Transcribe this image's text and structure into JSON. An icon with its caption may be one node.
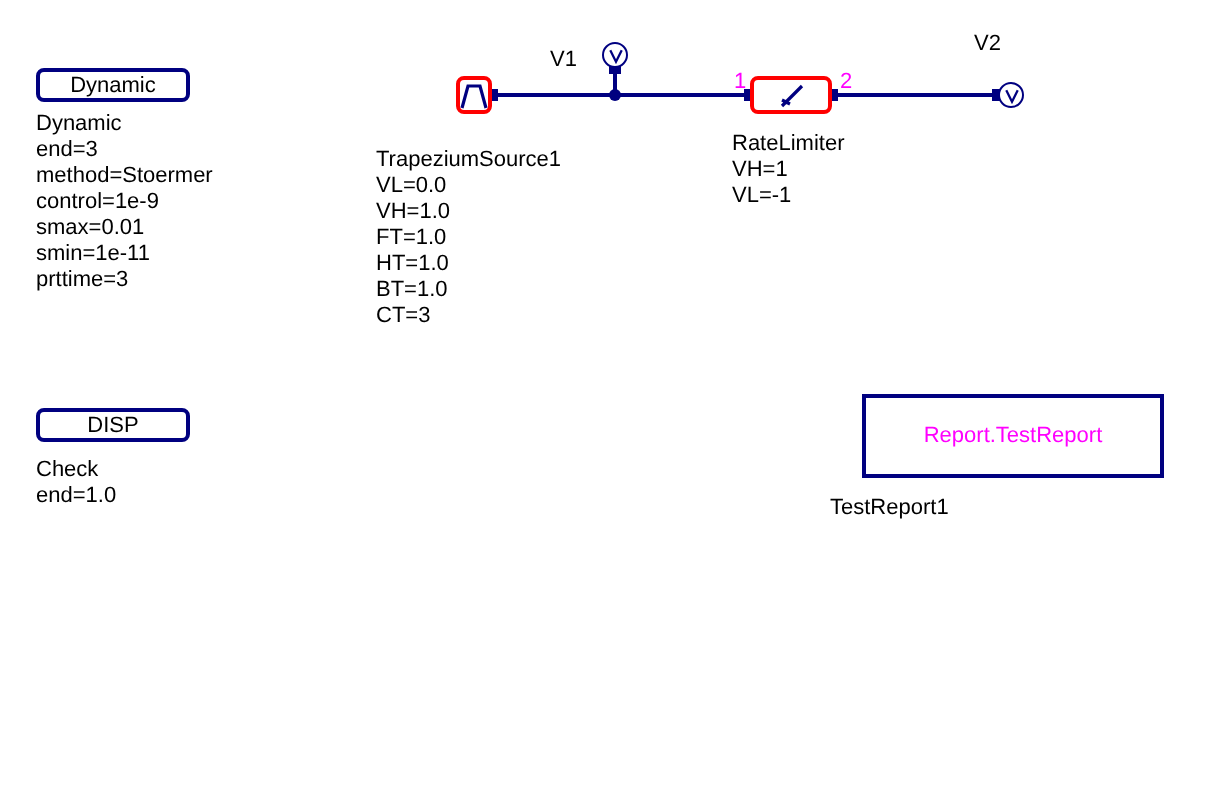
{
  "diagram": {
    "nodes": [
      {
        "text": [
          "Dynamic"
        ],
        "beside": [
          "Dynamic",
          "end=3",
          "method=Stoermer",
          "control=1e-9",
          "smax=0.01",
          "smin=1e-11",
          "prttime=3"
        ]
      },
      {
        "text": [],
        "shape": "box",
        "beside": [
          "TrapeziumSource1",
          "VL=0.0",
          "VH=1.0",
          "FT=1.0",
          "HT=1.0",
          "BT=1.0",
          "CT=3"
        ]
      },
      {
        "text": [],
        "shape": "circle",
        "beside": [
          "V1"
        ]
      },
      {
        "text": [],
        "shape": "box",
        "beside": [
          "RateLimiter",
          "VH=1",
          "VL=-1"
        ]
      },
      {
        "text": [],
        "shape": "circle",
        "beside": [
          "V2"
        ]
      },
      {
        "text": [
          "DISP"
        ],
        "beside": [
          "Check",
          "end=1.0"
        ]
      },
      {
        "text": [
          "Report.TestReport"
        ],
        "beside": [
          "TestReport1"
        ]
      }
    ],
    "edges": [
      {
        "from": 1,
        "to": 2,
        "arrow": "other"
      },
      {
        "from": 1,
        "to": 3,
        "arrow": "other"
      },
      {
        "from": 3,
        "to": 4,
        "arrow": "other"
      }
    ],
    "labels": [
      "1",
      "2"
    ]
  }
}
